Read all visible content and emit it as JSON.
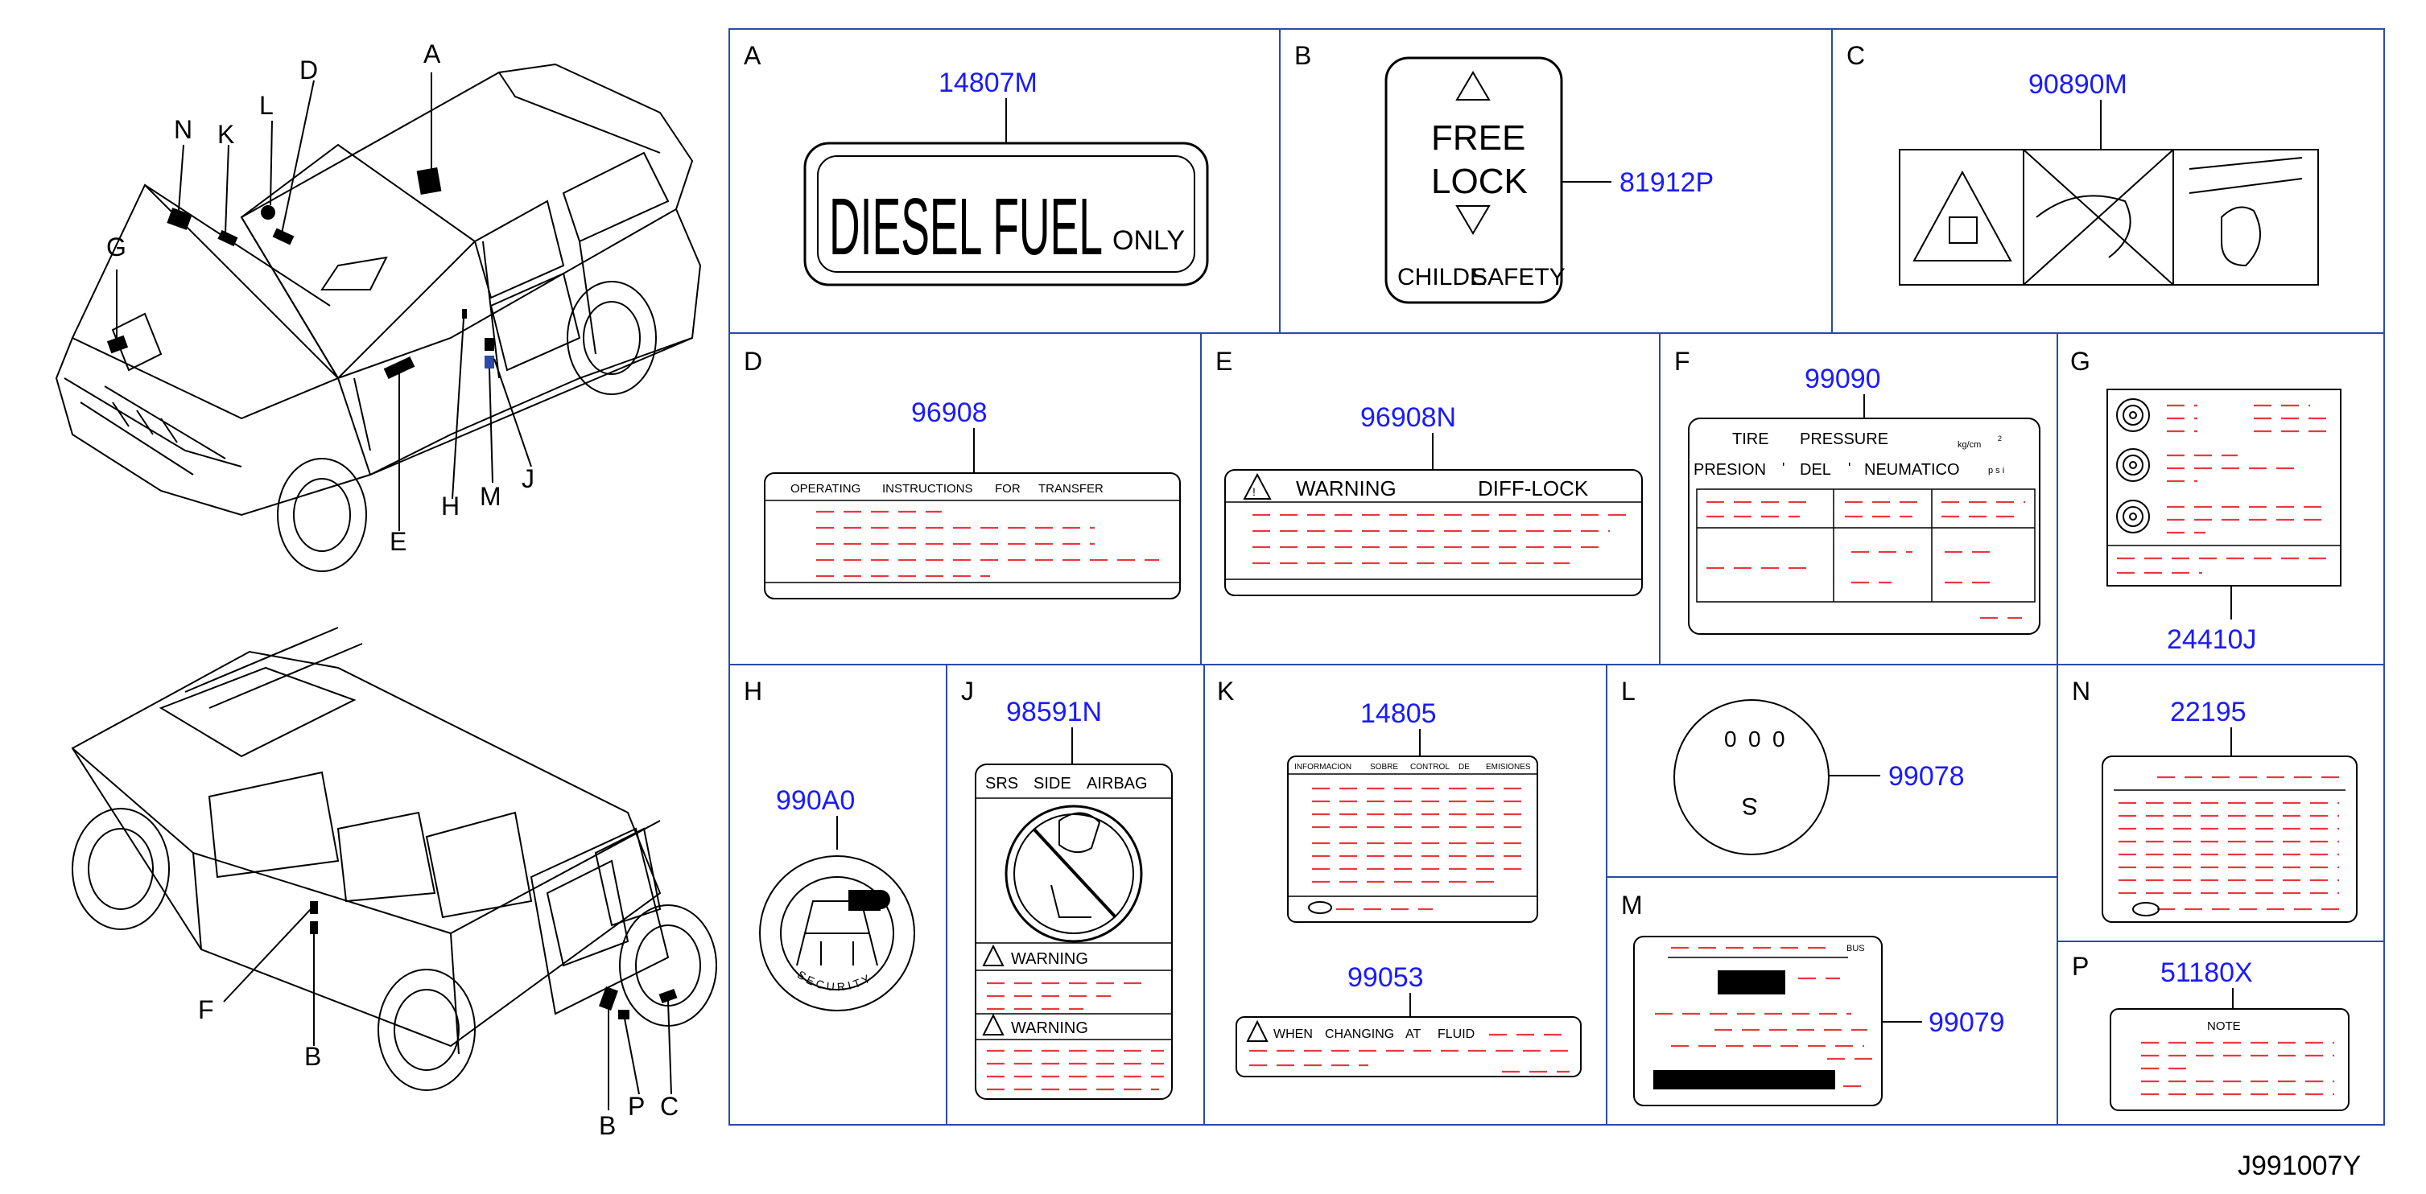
{
  "diagram_code": "J991007Y",
  "vehicle_callouts": {
    "front": [
      "A",
      "N",
      "K",
      "L",
      "D",
      "G",
      "E",
      "H",
      "M",
      "J"
    ],
    "rear": [
      "F",
      "B",
      "B",
      "P",
      "C"
    ]
  },
  "cells": {
    "A": {
      "letter": "A",
      "part": "14807M",
      "text_main": "DIESEL FUEL",
      "text_sub": "ONLY"
    },
    "B": {
      "letter": "B",
      "part": "81912P",
      "free": "FREE",
      "lock": "LOCK",
      "childe": "CHILDE",
      "safety": "SAFETY"
    },
    "C": {
      "letter": "C",
      "part": "90890M"
    },
    "D": {
      "letter": "D",
      "part": "96908",
      "heading": [
        "OPERATING",
        "INSTRUCTIONS",
        "FOR",
        "TRANSFER"
      ]
    },
    "E": {
      "letter": "E",
      "part": "96908N",
      "warning": "WARNING",
      "title": "DIFF-LOCK"
    },
    "F": {
      "letter": "F",
      "part": "99090",
      "h1a": "TIRE",
      "h1b": "PRESSURE",
      "unit1": "kg/cm",
      "sup": "2",
      "h2a": "PRESION",
      "h2b": "DEL",
      "h2c": "NEUMATICO",
      "unit2": "p s i",
      "apos": "'"
    },
    "G": {
      "letter": "G",
      "part": "24410J"
    },
    "H": {
      "letter": "H",
      "part": "990A0",
      "ring": "SECURITY"
    },
    "J": {
      "letter": "J",
      "part": "98591N",
      "srs": "SRS",
      "side": "SIDE",
      "airbag": "AIRBAG",
      "warn1": "WARNING",
      "warn2": "WARNING"
    },
    "K": {
      "letter": "K",
      "part": "14805",
      "heading": [
        "INFORMACION",
        "SOBRE",
        "CONTROL",
        "DE",
        "EMISIONES"
      ],
      "part2": "99053",
      "fluid": [
        "WHEN",
        "CHANGING",
        "AT",
        "FLUID"
      ]
    },
    "L": {
      "letter": "L",
      "part": "99078",
      "digits": [
        "0",
        "0",
        "0"
      ],
      "s": "S"
    },
    "M": {
      "letter": "M",
      "part": "99079",
      "bus": "BUS"
    },
    "N": {
      "letter": "N",
      "part": "22195"
    },
    "P": {
      "letter": "P",
      "part": "51180X",
      "note": "NOTE"
    }
  },
  "colors": {
    "part_number": "#1a1aff",
    "grid": "#2b4aa8",
    "dashes": "#e8393f",
    "ink": "#000000"
  }
}
